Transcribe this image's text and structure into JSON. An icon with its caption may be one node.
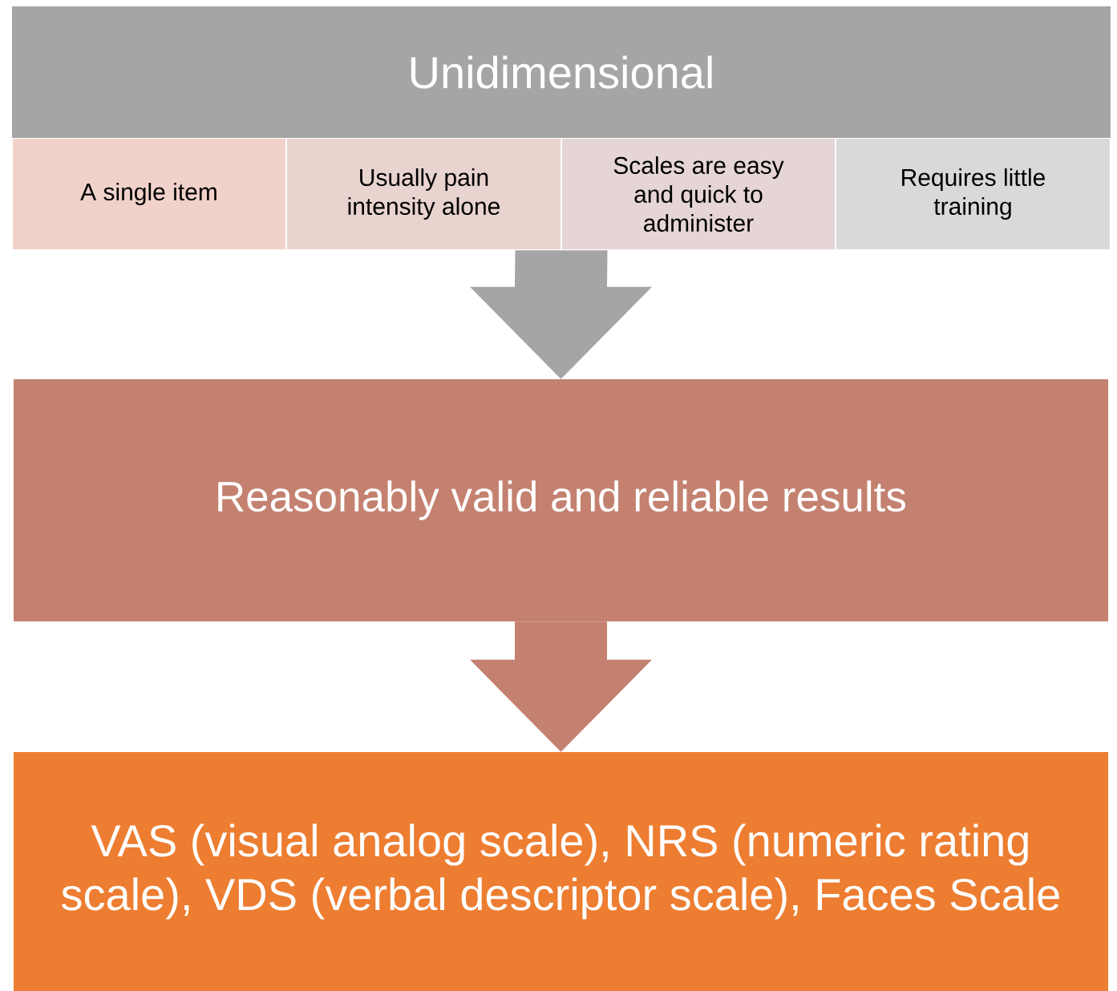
{
  "diagram": {
    "nodes": [
      {
        "text": [
          "Unidimensional"
        ]
      },
      {
        "text": [
          "A single item"
        ],
        "in": 0
      },
      {
        "text": [
          "Usually pain intensity alone"
        ],
        "in": 0
      },
      {
        "text": [
          "Scales are easy and quick to administer"
        ],
        "in": 0
      },
      {
        "text": [
          "Requires little training"
        ],
        "in": 0
      },
      {
        "text": [
          "Reasonably valid and reliable results"
        ]
      },
      {
        "text": [
          "VAS (visual analog scale), NRS (numeric rating scale), VDS (verbal descriptor scale), Faces Scale"
        ]
      }
    ],
    "edges": [
      {
        "from": 0,
        "to": 5,
        "arrow": "to",
        "color": "#a5a5a5"
      },
      {
        "from": 5,
        "to": 6,
        "arrow": "to",
        "color": "#c48170"
      }
    ]
  }
}
